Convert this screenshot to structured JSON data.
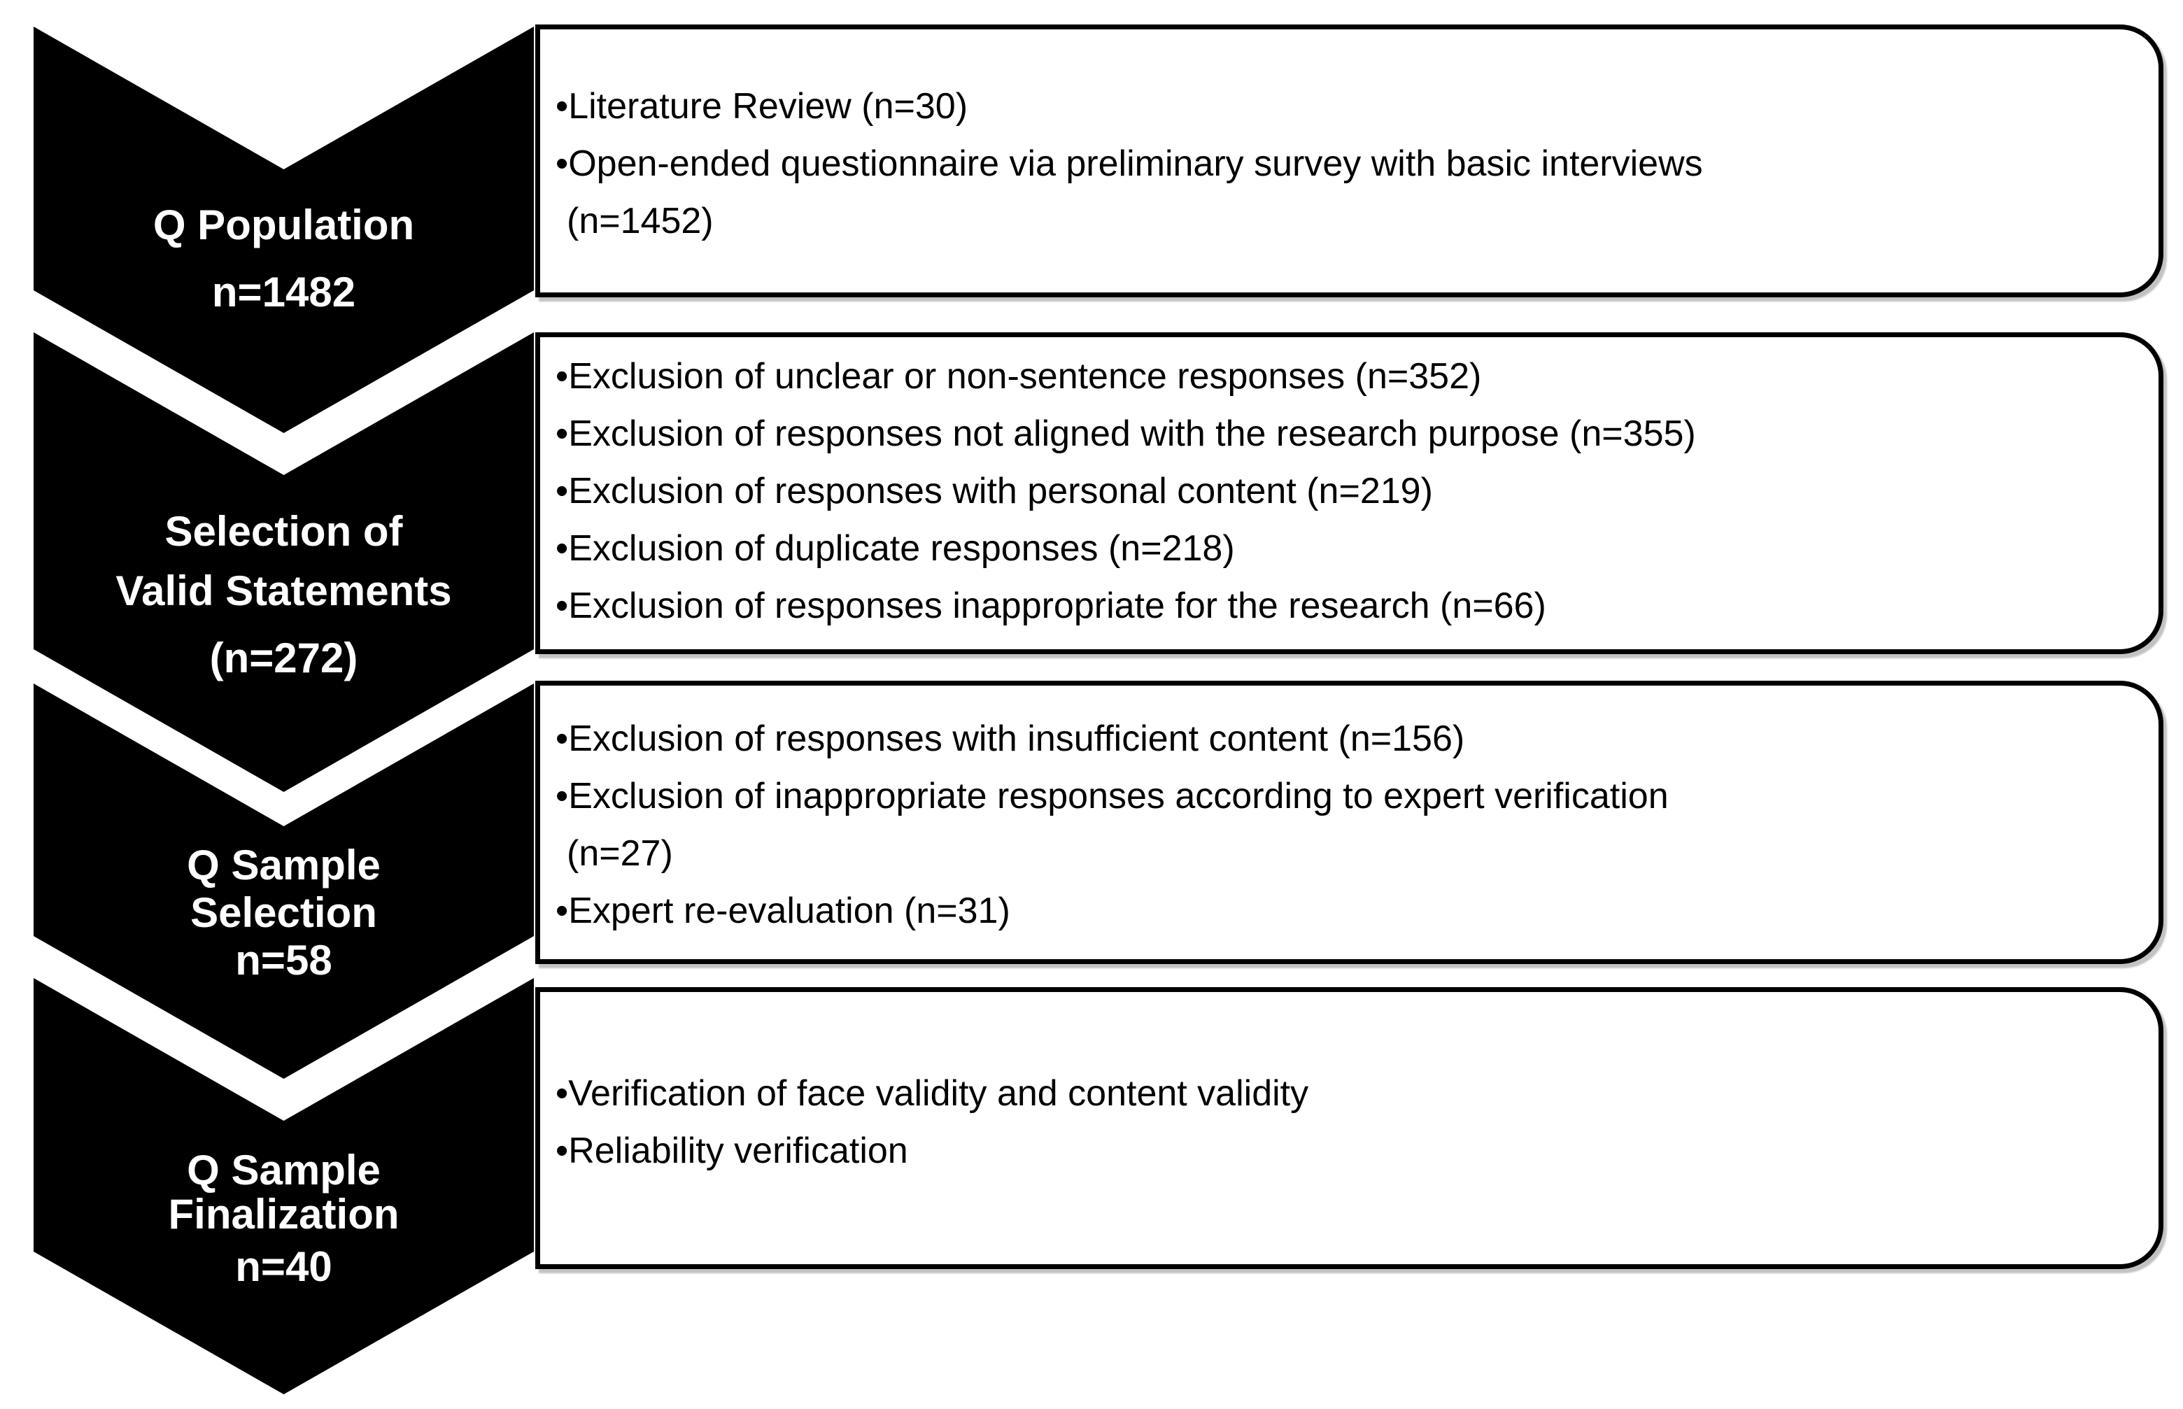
{
  "colors": {
    "background": "#ffffff",
    "chevron_fill": "#000000",
    "chevron_text": "#ffffff",
    "box_fill": "#ffffff",
    "box_border": "#000000",
    "box_text": "#000000"
  },
  "steps": [
    {
      "label_lines": [
        "Q Population",
        "n=1482"
      ],
      "details": [
        {
          "lines": [
            "•Literature Review (n=30)"
          ]
        },
        {
          "lines": [
            "•Open-ended questionnaire via preliminary survey with basic interviews",
            "(n=1452)"
          ]
        }
      ]
    },
    {
      "label_lines": [
        "Selection of",
        "Valid Statements",
        "(n=272)"
      ],
      "details": [
        {
          "lines": [
            "•Exclusion of unclear or non-sentence responses (n=352)"
          ]
        },
        {
          "lines": [
            "•Exclusion of responses not aligned with the research purpose (n=355)"
          ]
        },
        {
          "lines": [
            "•Exclusion of responses with personal content (n=219)"
          ]
        },
        {
          "lines": [
            "•Exclusion of duplicate responses (n=218)"
          ]
        },
        {
          "lines": [
            "•Exclusion of responses inappropriate for the research (n=66)"
          ]
        }
      ]
    },
    {
      "label_lines": [
        "Q Sample",
        "Selection",
        "n=58"
      ],
      "details": [
        {
          "lines": [
            "•Exclusion of responses with insufficient content (n=156)"
          ]
        },
        {
          "lines": [
            "•Exclusion of inappropriate responses according to expert verification",
            "(n=27)"
          ]
        },
        {
          "lines": [
            "•Expert re-evaluation (n=31)"
          ]
        }
      ]
    },
    {
      "label_lines": [
        "Q Sample",
        "Finalization",
        "n=40"
      ],
      "details": [
        {
          "lines": [
            "•Verification of face validity and content validity"
          ]
        },
        {
          "lines": [
            "•Reliability verification"
          ]
        }
      ]
    }
  ]
}
